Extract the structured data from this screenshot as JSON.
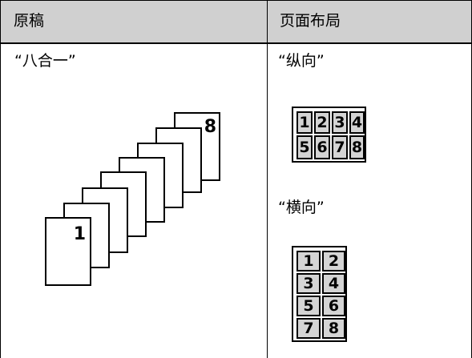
{
  "header": {
    "col1": "原稿",
    "col2": "页面布局"
  },
  "left": {
    "mode_label": "“八合一”",
    "first_page_number": "1",
    "last_page_number": "8"
  },
  "right": {
    "portrait_label": "“纵向”",
    "landscape_label": "“横向”",
    "portrait_cells": [
      "1",
      "2",
      "3",
      "4",
      "5",
      "6",
      "7",
      "8"
    ],
    "landscape_cells": [
      "1",
      "2",
      "3",
      "4",
      "5",
      "6",
      "7",
      "8"
    ]
  }
}
